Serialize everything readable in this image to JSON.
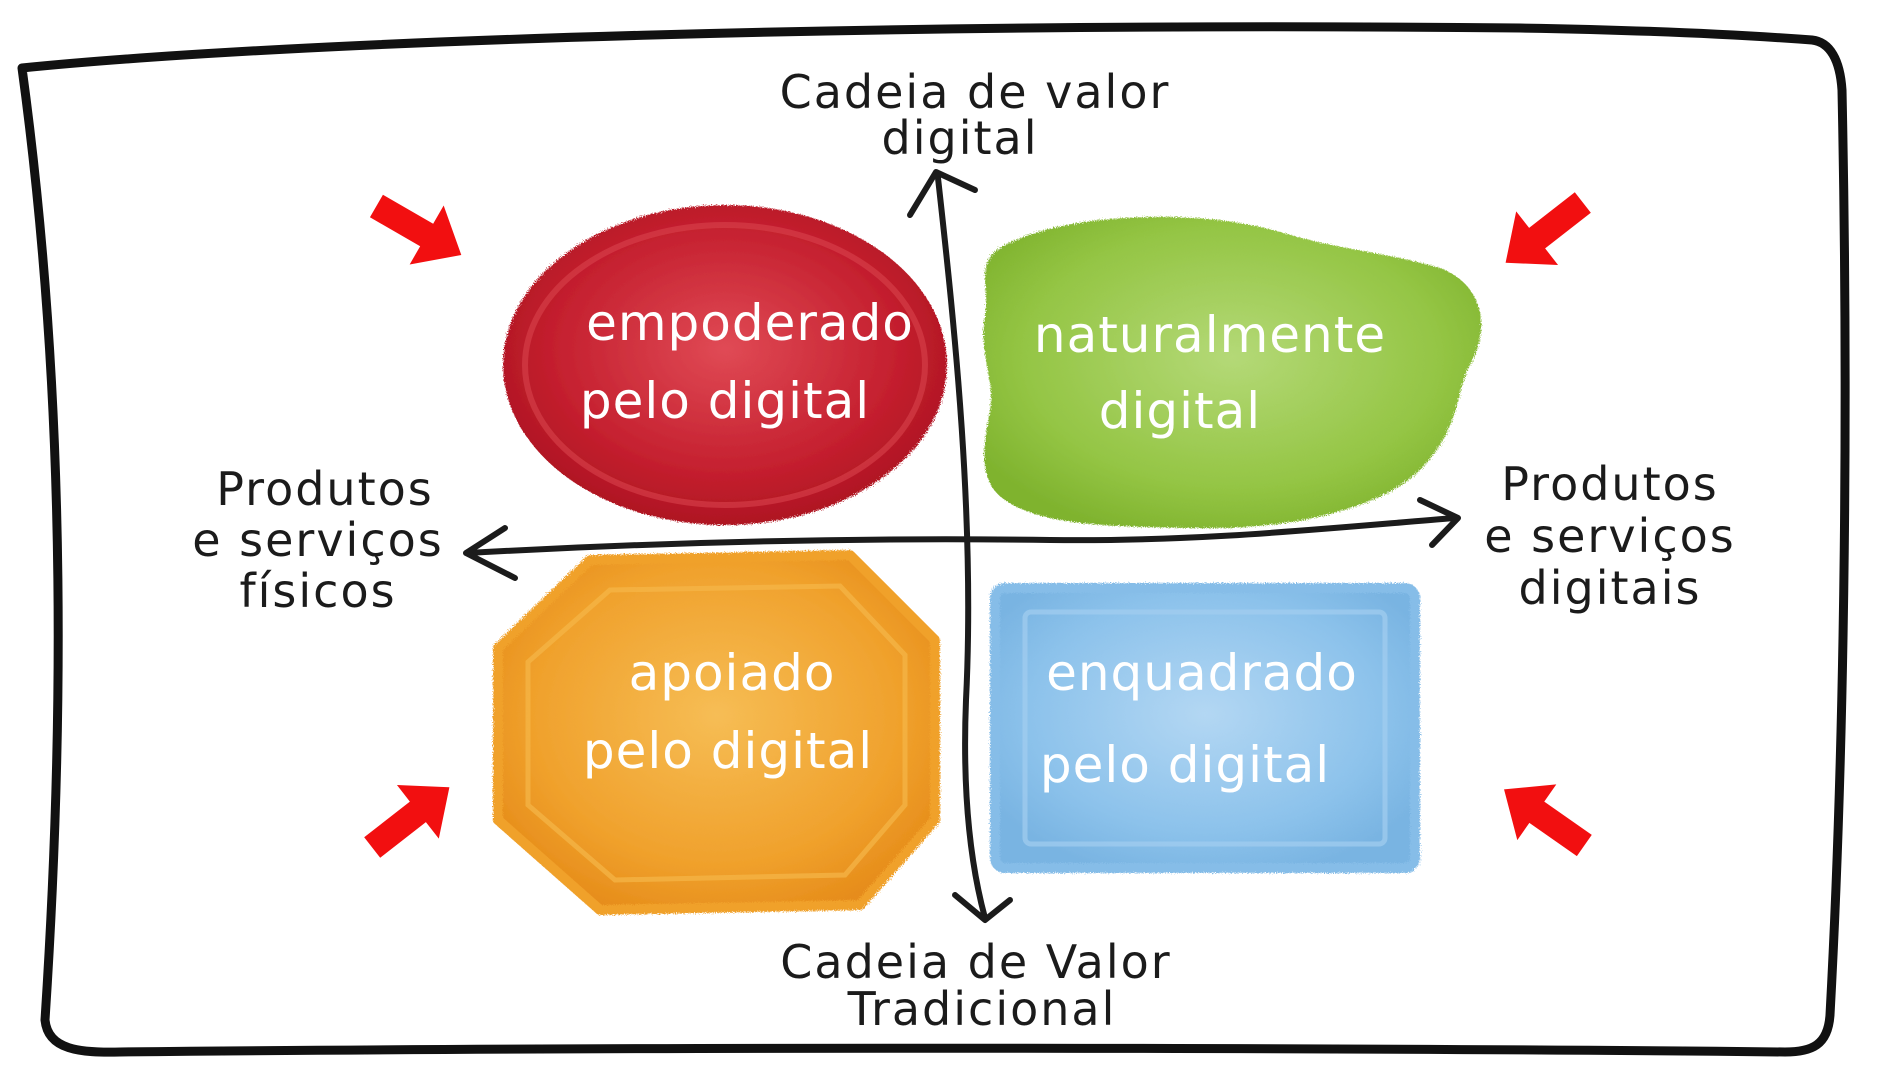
{
  "axes": {
    "top": [
      "Cadeia de valor",
      "digital"
    ],
    "bottom": [
      "Cadeia de Valor",
      "Tradicional"
    ],
    "left": [
      "Produtos",
      "e serviços",
      "físicos"
    ],
    "right": [
      "Produtos",
      "e serviços",
      "digitais"
    ]
  },
  "quadrants": {
    "top_left": {
      "line1": "empoderado",
      "line2": "pelo digital",
      "color": "#c41f2e"
    },
    "top_right": {
      "line1": "naturalmente",
      "line2": "digital",
      "color": "#94c544"
    },
    "bottom_left": {
      "line1": "apoiado",
      "line2": "pelo digital",
      "color": "#f0a12c"
    },
    "bottom_right": {
      "line1": "enquadrado",
      "line2": "pelo digital",
      "color": "#8cc2eb"
    }
  },
  "colors": {
    "frame": "#111111",
    "axis": "#1b1b1b",
    "pointer_arrows": "#f20f10"
  },
  "icons": [
    "arrow-down-right-icon",
    "arrow-down-left-icon",
    "arrow-up-right-icon",
    "arrow-up-left-icon"
  ]
}
